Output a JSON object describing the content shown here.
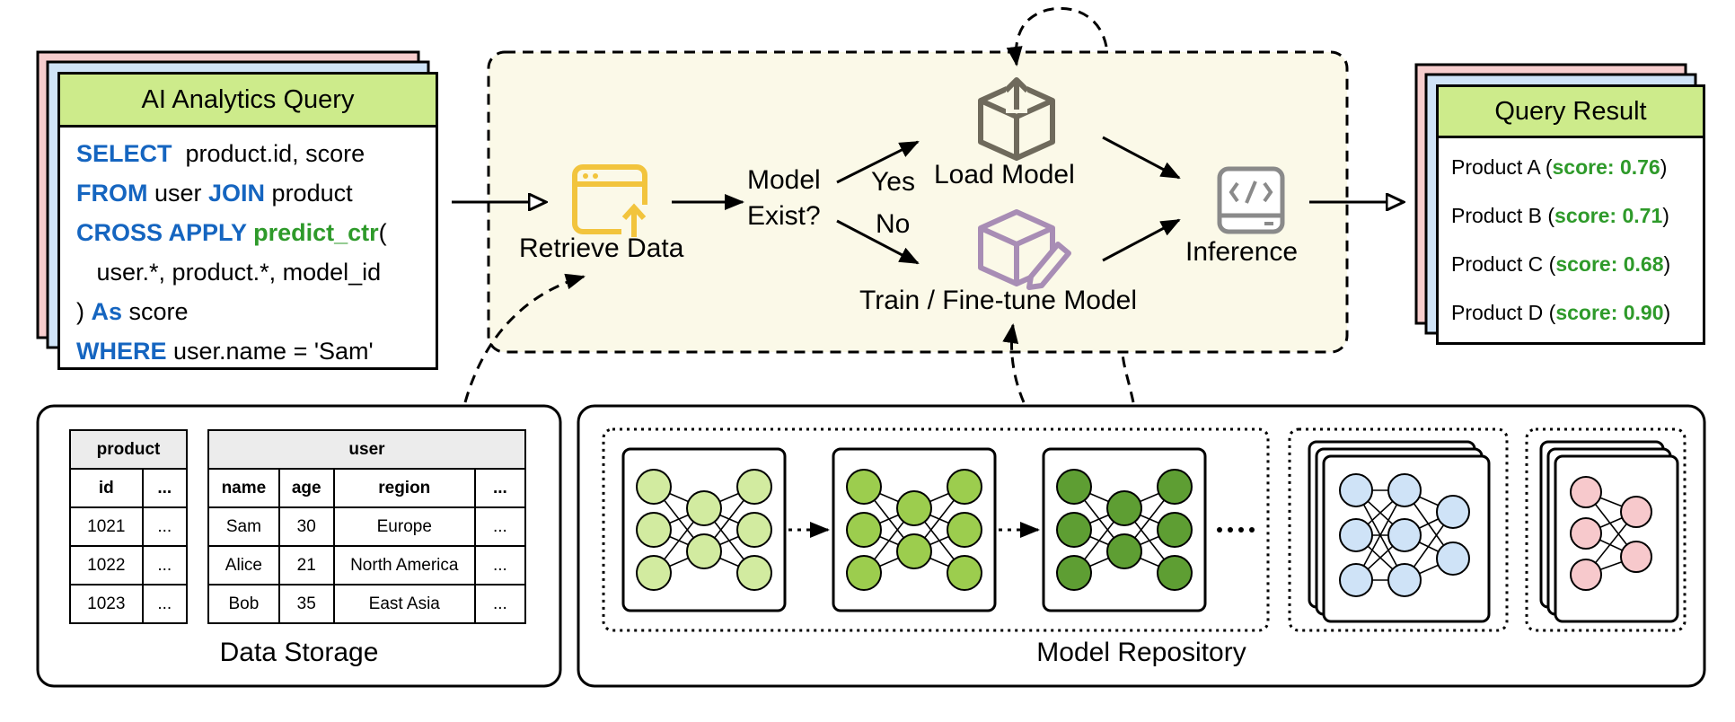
{
  "query_card": {
    "title": "AI Analytics Query",
    "lines": [
      [
        {
          "t": "SELECT",
          "c": "kw"
        },
        {
          "t": "  product.id, score",
          "c": ""
        }
      ],
      [
        {
          "t": "FROM",
          "c": "kw"
        },
        {
          "t": " user ",
          "c": ""
        },
        {
          "t": "JOIN",
          "c": "kw"
        },
        {
          "t": " product",
          "c": ""
        }
      ],
      [
        {
          "t": "CROSS APPLY ",
          "c": "kw"
        },
        {
          "t": "predict_ctr",
          "c": "fn"
        },
        {
          "t": "(",
          "c": ""
        }
      ],
      [
        {
          "t": "   user.*, product.*, model_id",
          "c": ""
        }
      ],
      [
        {
          "t": ") ",
          "c": ""
        },
        {
          "t": "As",
          "c": "kw"
        },
        {
          "t": " score",
          "c": ""
        }
      ],
      [
        {
          "t": "WHERE",
          "c": "kw"
        },
        {
          "t": " user.name = 'Sam'",
          "c": ""
        }
      ]
    ]
  },
  "flow": {
    "retrieve": "Retrieve Data",
    "model_exist_1": "Model",
    "model_exist_2": "Exist?",
    "yes": "Yes",
    "no": "No",
    "load": "Load Model",
    "train": "Train / Fine-tune Model",
    "inference": "Inference"
  },
  "result_card": {
    "title": "Query Result",
    "rows": [
      {
        "product": "Product A",
        "score": "score: 0.76"
      },
      {
        "product": "Product B",
        "score": "score: 0.71"
      },
      {
        "product": "Product C",
        "score": "score: 0.68"
      },
      {
        "product": "Product D",
        "score": "score: 0.90"
      }
    ]
  },
  "storage": {
    "caption": "Data Storage",
    "product_table": {
      "name": "product",
      "columns": [
        "id",
        "..."
      ],
      "rows": [
        [
          "1021",
          "..."
        ],
        [
          "1022",
          "..."
        ],
        [
          "1023",
          "..."
        ]
      ]
    },
    "user_table": {
      "name": "user",
      "columns": [
        "name",
        "age",
        "region",
        "..."
      ],
      "rows": [
        [
          "Sam",
          "30",
          "Europe",
          "..."
        ],
        [
          "Alice",
          "21",
          "North America",
          "..."
        ],
        [
          "Bob",
          "35",
          "East Asia",
          "..."
        ]
      ]
    }
  },
  "repository": {
    "caption": "Model Repository",
    "green_shades": [
      "#d2eba0",
      "#9ccd4e",
      "#5e9e33"
    ],
    "blue": "#cfe3f7",
    "pink": "#f7c9cc"
  },
  "colors": {
    "header_green": "#cdeb8b",
    "keyword_blue": "#1565c0",
    "score_green": "#2e9a2a",
    "panel_fill": "#fbf9e8",
    "retrieve_icon": "#f2c43d",
    "load_icon": "#6f6a5c",
    "train_icon": "#a88db5",
    "inference_icon": "#8a8a8a",
    "query_stack_pink": "#f7cdcd",
    "query_stack_blue": "#cfe3f7"
  }
}
